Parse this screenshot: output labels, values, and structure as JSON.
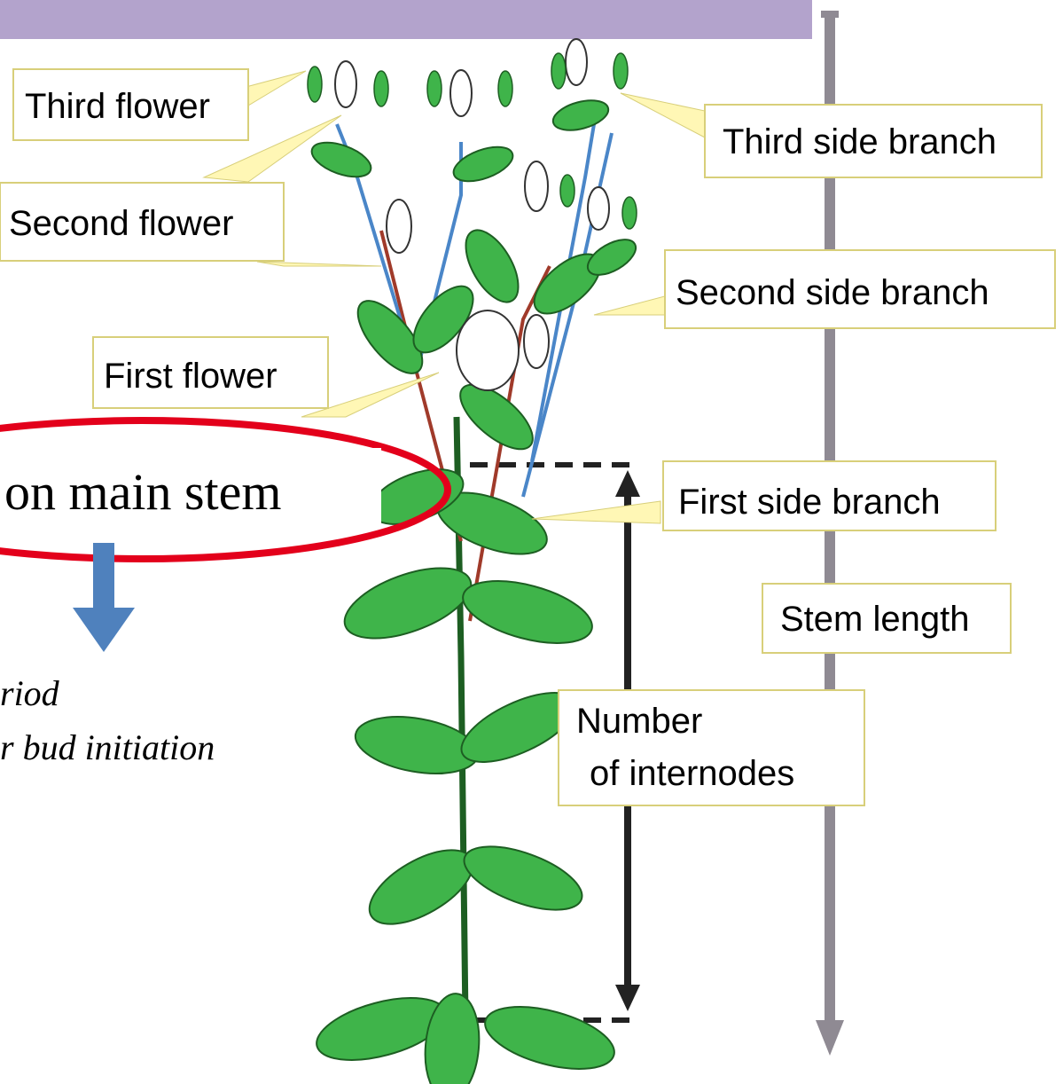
{
  "labels": {
    "third_flower": "Third flower",
    "second_flower": "Second flower",
    "first_flower": "First flower",
    "third_side_branch": "Third side branch",
    "second_side_branch": "Second side branch",
    "first_side_branch": "First side branch",
    "stem_length": "Stem length",
    "number_line1": "Number",
    "number_line2": "of internodes",
    "main_stem": "on main stem",
    "italic_line1": "riod",
    "italic_line2": "r bud initiation"
  },
  "colors": {
    "header_bar": "#b3a3cc",
    "leaf": "#3fb44a",
    "leaf_stroke": "#1d5e22",
    "callout_fill": "#fff7b5",
    "ellipse": "#e3001b",
    "blue_arrow": "#4f81bd",
    "scale_bar": "#8f8a93",
    "side_branch_blue": "#4a86c8",
    "side_branch_red": "#a03a2a"
  }
}
